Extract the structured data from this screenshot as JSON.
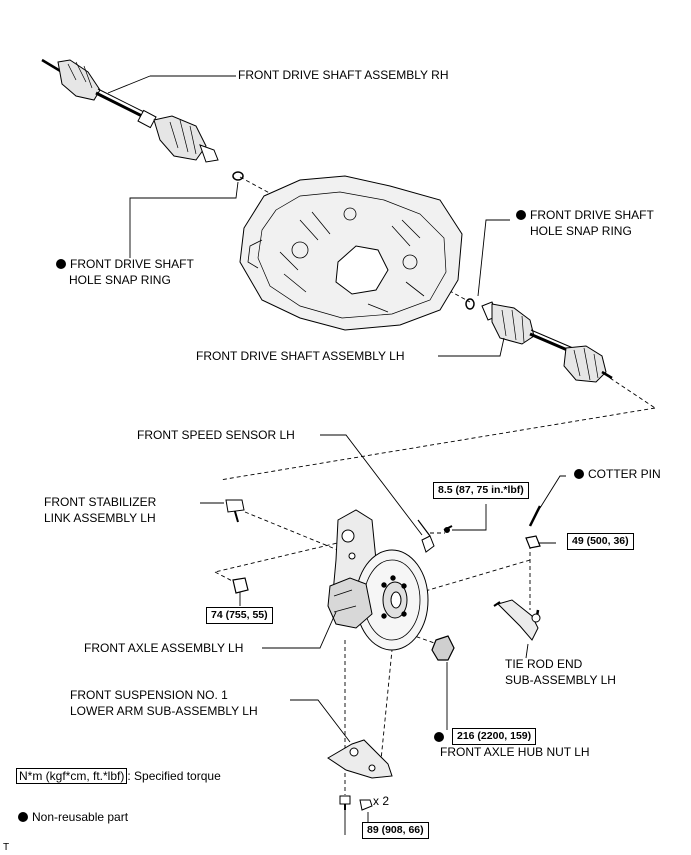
{
  "labels": {
    "drive_shaft_rh": "FRONT DRIVE SHAFT ASSEMBLY RH",
    "snap_ring_left_1": "FRONT DRIVE SHAFT",
    "snap_ring_left_2": "HOLE SNAP RING",
    "snap_ring_right_1": "FRONT DRIVE SHAFT",
    "snap_ring_right_2": "HOLE SNAP RING",
    "drive_shaft_lh": "FRONT DRIVE SHAFT ASSEMBLY LH",
    "speed_sensor": "FRONT SPEED SENSOR LH",
    "stabilizer_1": "FRONT STABILIZER",
    "stabilizer_2": "LINK ASSEMBLY LH",
    "cotter_pin": "COTTER PIN",
    "axle_assembly": "FRONT AXLE ASSEMBLY LH",
    "tie_rod_1": "TIE ROD END",
    "tie_rod_2": "SUB-ASSEMBLY LH",
    "lower_arm_1": "FRONT SUSPENSION NO. 1",
    "lower_arm_2": "LOWER ARM SUB-ASSEMBLY LH",
    "hub_nut": "FRONT AXLE HUB NUT LH",
    "times_two": "x 2",
    "corner_mark": "T"
  },
  "torques": {
    "speed_sensor_bolt": "8.5 (87, 75 in.*lbf)",
    "tie_rod_nut": "49 (500, 36)",
    "stabilizer_nut": "74 (755, 55)",
    "hub_nut": "216 (2200, 159)",
    "lower_arm_bolts": "89 (908, 66)"
  },
  "legend": {
    "torque_units": "N*m (kgf*cm, ft.*lbf)",
    "torque_desc": ": Specified torque",
    "non_reusable": "Non-reusable part"
  },
  "colors": {
    "ink": "#000000",
    "paper": "#ffffff",
    "shade": "#d8d8d8"
  }
}
